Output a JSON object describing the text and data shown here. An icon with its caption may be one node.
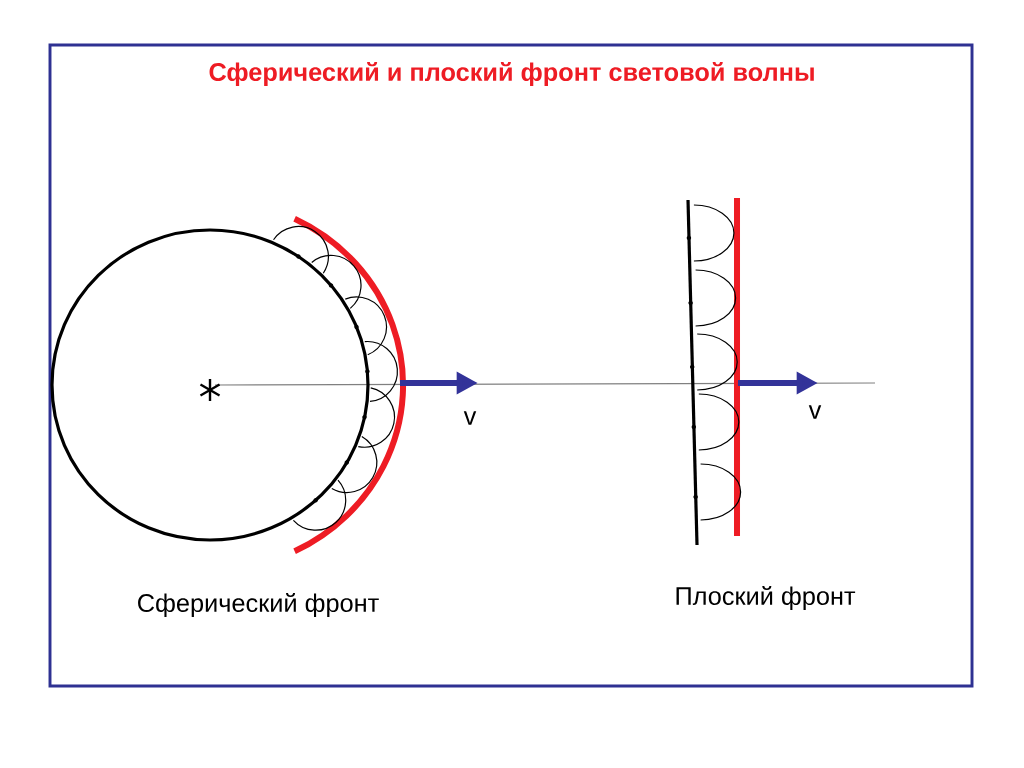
{
  "diagram": {
    "title": "Сферический и плоский фронт световой волны",
    "labels": [
      "v",
      "v",
      "Сферический фронт",
      "Плоский фронт"
    ]
  }
}
